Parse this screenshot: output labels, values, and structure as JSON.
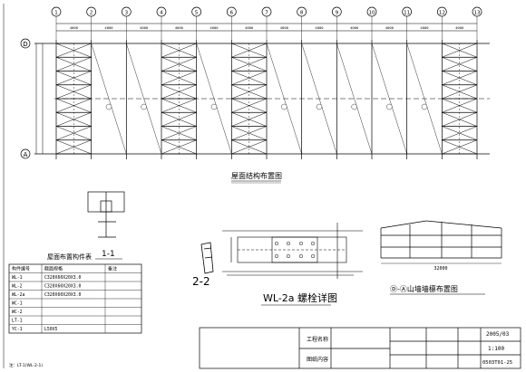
{
  "axes": {
    "columns": [
      "1",
      "2",
      "3",
      "4",
      "5",
      "6",
      "7",
      "8",
      "9",
      "10",
      "11",
      "12",
      "13"
    ],
    "rows": [
      "D",
      "A"
    ]
  },
  "dimensions": {
    "bay_spacing": "4000",
    "total_span": "",
    "depth": ""
  },
  "plan": {
    "title": "屋面结构布置图"
  },
  "section_2_2": {
    "label": "2-2"
  },
  "section_1_1": {
    "label": "1-1"
  },
  "detail": {
    "title": "WL-2a 螺栓详图"
  },
  "gable": {
    "title": "Ⓓ-Ⓐ山墙墙檩布置图",
    "dimension": "32000"
  },
  "member_table": {
    "title": "屋面布置构件表",
    "headers": [
      "构件编号",
      "截面规格",
      "备注"
    ],
    "rows": [
      [
        "WL-1",
        "C320X60X20X3.0",
        ""
      ],
      [
        "WL-2",
        "C320X60X20X3.0",
        ""
      ],
      [
        "WL-2a",
        "C320X60X20X3.0",
        ""
      ],
      [
        "WC-1",
        "",
        ""
      ],
      [
        "WC-2",
        "",
        ""
      ],
      [
        "LT-1",
        "",
        ""
      ],
      [
        "YC-1",
        "L50X5",
        ""
      ]
    ],
    "footnote": "注：LT-1(WL-2-1)"
  },
  "title_block": {
    "project_label": "工程名称",
    "project_value": "",
    "drawing_label": "图纸内容",
    "drawing_value": "",
    "designer_label": "",
    "checker_label": "",
    "design_label": "",
    "date_label": "",
    "date_value": "2005/03",
    "scale_label": "",
    "scale_value": "1:100",
    "number_label": "",
    "number_value": "0503T01-25"
  }
}
